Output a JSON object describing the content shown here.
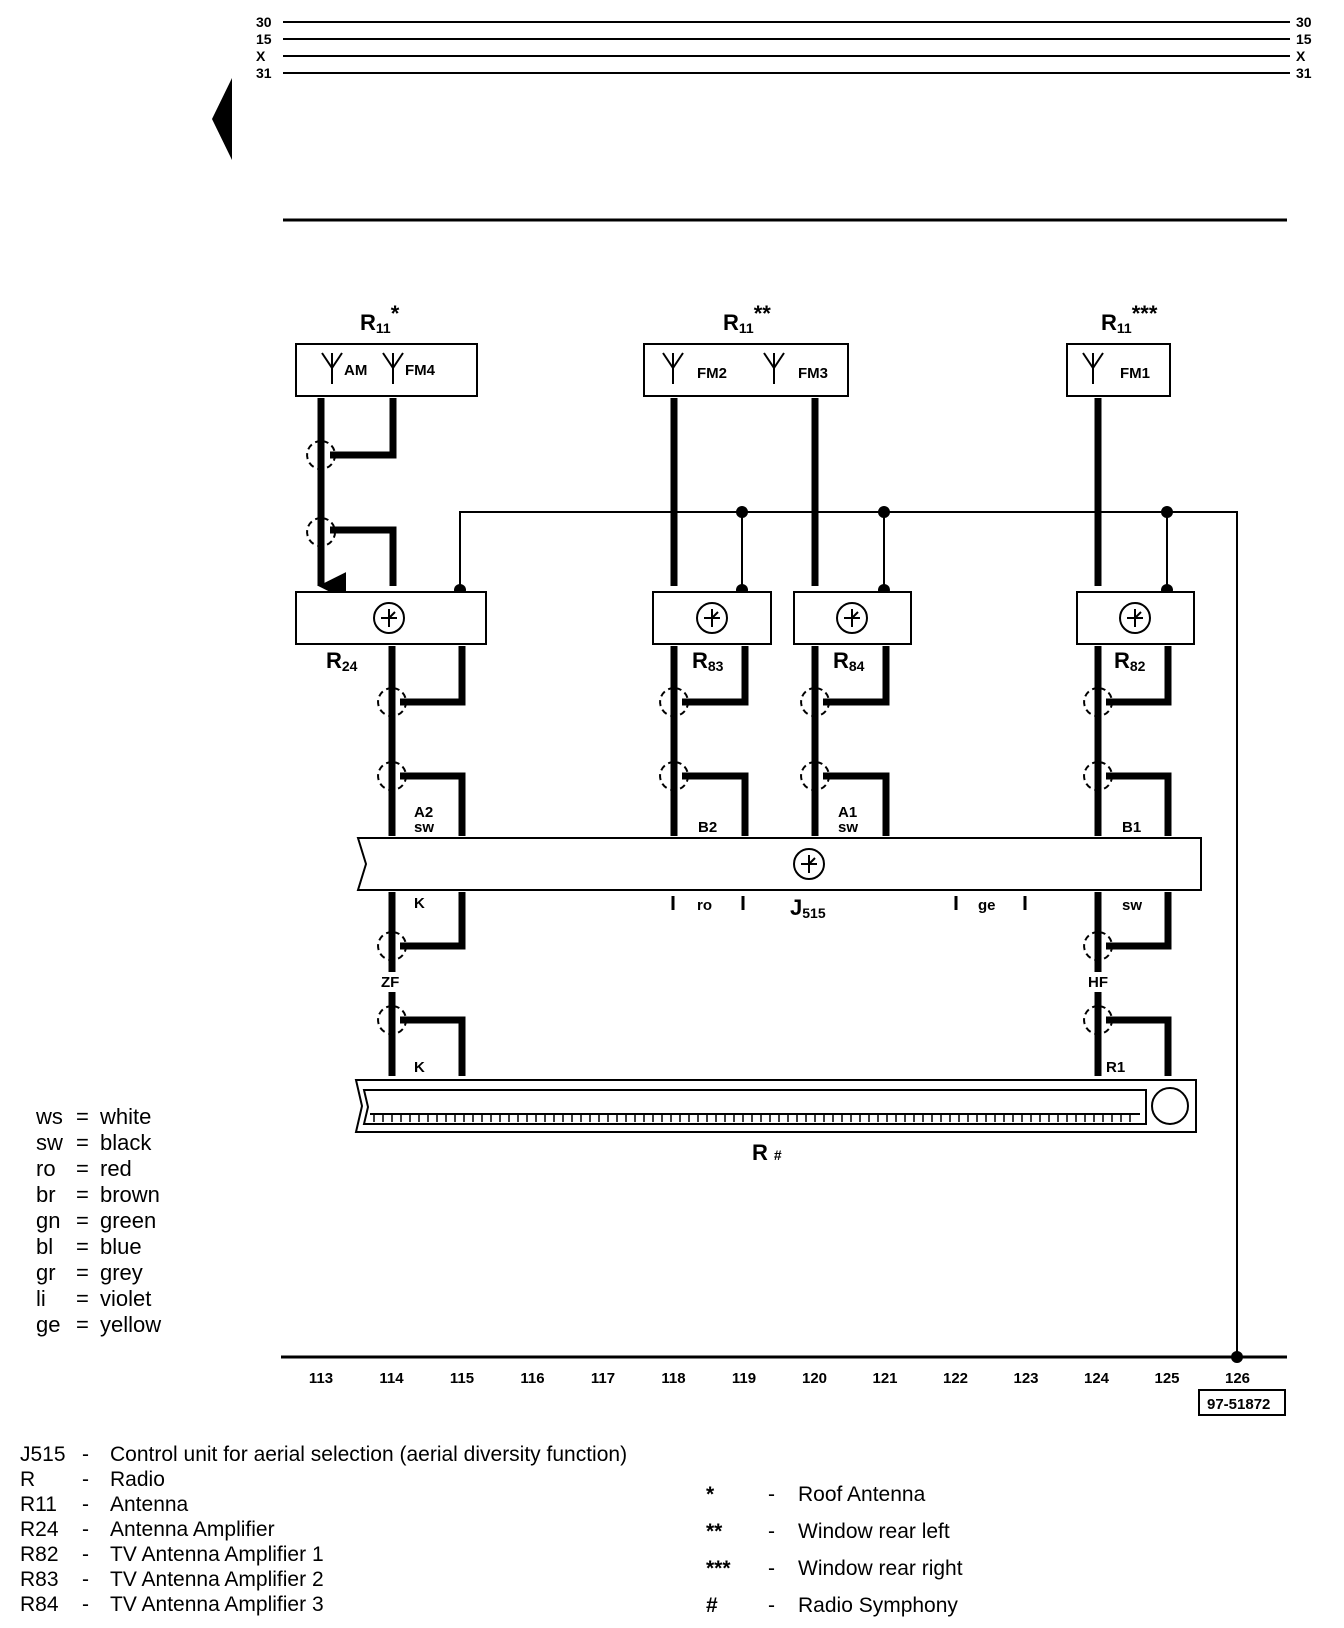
{
  "rails": {
    "left": [
      "30",
      "15",
      "X",
      "31"
    ],
    "right": [
      "30",
      "15",
      "X",
      "31"
    ]
  },
  "components": {
    "r11_a": {
      "name": "R",
      "sub": "11",
      "mark": "*",
      "antennas": [
        "AM",
        "FM4"
      ]
    },
    "r11_b": {
      "name": "R",
      "sub": "11",
      "mark": "**",
      "antennas": [
        "FM2",
        "FM3"
      ]
    },
    "r11_c": {
      "name": "R",
      "sub": "11",
      "mark": "***",
      "antennas": [
        "FM1"
      ]
    },
    "r24": {
      "name": "R",
      "sub": "24"
    },
    "r83": {
      "name": "R",
      "sub": "83"
    },
    "r84": {
      "name": "R",
      "sub": "84"
    },
    "r82": {
      "name": "R",
      "sub": "82"
    },
    "j515": {
      "name": "J",
      "sub": "515"
    },
    "radio": {
      "name": "R",
      "mark": "#"
    }
  },
  "pins": {
    "a2": "A2",
    "a2_color": "sw",
    "b2": "B2",
    "a1": "A1",
    "a1_color": "sw",
    "b1": "B1",
    "k_top": "K",
    "ro": "ro",
    "ge": "ge",
    "sw_bottom": "sw",
    "zf": "ZF",
    "hf": "HF",
    "k_bottom": "K",
    "r1": "R1"
  },
  "ground_numbers": [
    "113",
    "114",
    "115",
    "116",
    "117",
    "118",
    "119",
    "120",
    "121",
    "122",
    "123",
    "124",
    "125",
    "126"
  ],
  "diagram_id": "97-51872",
  "color_codes": [
    {
      "code": "ws",
      "name": "white"
    },
    {
      "code": "sw",
      "name": "black"
    },
    {
      "code": "ro",
      "name": "red"
    },
    {
      "code": "br",
      "name": "brown"
    },
    {
      "code": "gn",
      "name": "green"
    },
    {
      "code": "bl",
      "name": "blue"
    },
    {
      "code": "gr",
      "name": "grey"
    },
    {
      "code": "li",
      "name": "violet"
    },
    {
      "code": "ge",
      "name": "yellow"
    }
  ],
  "legend": [
    {
      "code": "J515",
      "desc": "Control unit for aerial selection (aerial diversity function)"
    },
    {
      "code": "R",
      "desc": "Radio"
    },
    {
      "code": "R11",
      "desc": "Antenna"
    },
    {
      "code": "R24",
      "desc": "Antenna Amplifier"
    },
    {
      "code": "R82",
      "desc": "TV Antenna Amplifier 1"
    },
    {
      "code": "R83",
      "desc": "TV Antenna Amplifier 2"
    },
    {
      "code": "R84",
      "desc": "TV Antenna Amplifier 3"
    }
  ],
  "footnotes": [
    {
      "symbol": "*",
      "desc": "Roof Antenna"
    },
    {
      "symbol": "**",
      "desc": "Window rear left"
    },
    {
      "symbol": "***",
      "desc": "Window rear right"
    },
    {
      "symbol": "#",
      "desc": "Radio Symphony"
    }
  ],
  "legend_dash": "-"
}
